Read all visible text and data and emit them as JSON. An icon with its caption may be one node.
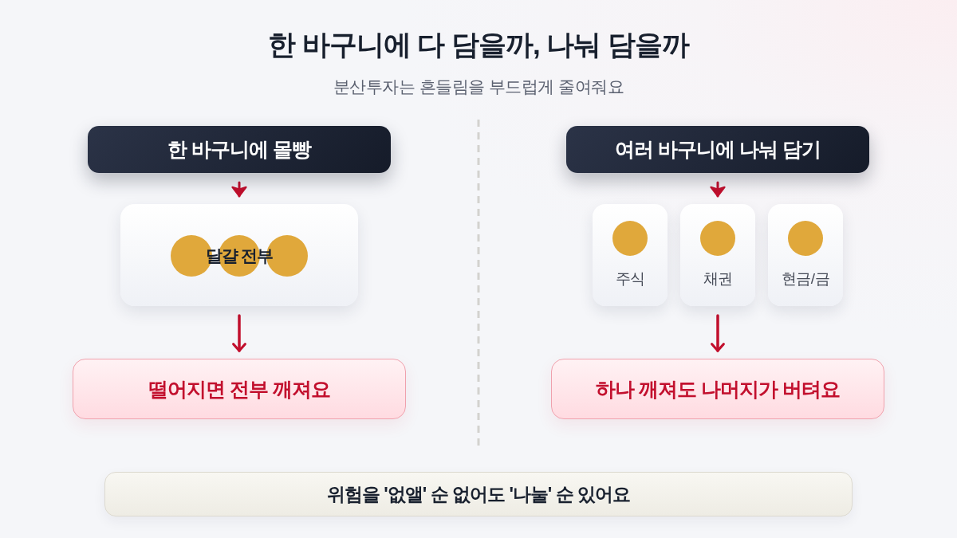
{
  "diagram": {
    "title": "한 바구니에 다 담을까, 나눠 담을까",
    "nodes": [
      {
        "text": [
          "한 바구니에 몰빵"
        ]
      },
      {
        "text": [
          "달걀 전부"
        ]
      },
      {
        "text": [
          "떨어지면 전부 깨져요"
        ]
      },
      {
        "text": [
          "여러 바구니에 나눠 담기"
        ]
      },
      {
        "text": [
          "주식"
        ]
      },
      {
        "text": [
          "채권"
        ]
      },
      {
        "text": [
          "현금/금"
        ]
      },
      {
        "text": [
          "하나 깨져도 나머지가 버텨요"
        ]
      },
      {
        "text": [
          "위험을 '없앨' 순 없어도 '나눌' 순 있어요"
        ]
      }
    ],
    "edges": [
      {
        "from": 0,
        "to": 1,
        "arrow": "to"
      },
      {
        "from": 1,
        "to": 2,
        "arrow": "to"
      },
      {
        "from": 3,
        "to": 5,
        "arrow": "to"
      },
      {
        "from": 5,
        "to": 7,
        "arrow": "to"
      }
    ],
    "labels": [
      "분산투자는 흔들림을 부드럽게 줄여줘요"
    ]
  }
}
